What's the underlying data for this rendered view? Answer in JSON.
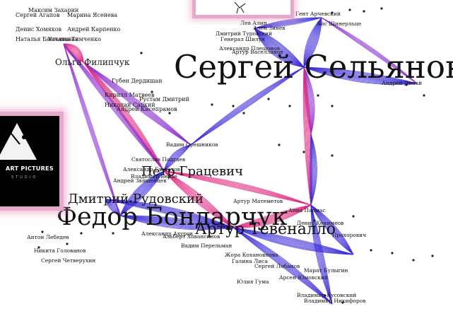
{
  "graph": {
    "colors": {
      "edge_blue": "#3a2bd8",
      "edge_pink": "#e0237f",
      "edge_violet": "#8a2bd0",
      "label": "#111111",
      "logo_frame": "#e6a9c9"
    },
    "hubs": {
      "selyanov": "Сергей Сельянов",
      "bondarchuk": "Федор Бондарчук",
      "gracevich": "Петр Грацевич",
      "rudovsky": "Дмитрий Рудовский",
      "filipchuk": "Ольга Филипчук",
      "tsekalo": "Артур Тевеналло"
    },
    "labels": [
      "Максим Захарин",
      "Сергей Агапов",
      "Марина Ясенева",
      "Денис Хомяков",
      "Андрей Карпенко",
      "Наталья Бамчановаа",
      "Ульяна Тимченко",
      "Губен Дердишан",
      "Кирилл Матвеев",
      "Рустам Дмитрий",
      "Николай Сацкий",
      "Андрей Кисепрамов",
      "Вадим Орешников",
      "Святослав Подгаев",
      "Александр Гловатов",
      "Владимир Берзе",
      "Андрей Звяшенцев",
      "Антон Лебедев",
      "Никита Голованов",
      "Сергей Четверухин",
      "Александр Ахуров",
      "Альберт Ховансинов",
      "Вадим Перельман",
      "Жора Кохановнова",
      "Галина Лиса",
      "Сергей Лобанов",
      "Юлия Гума",
      "Анна Пармас",
      "Артур Матеметов",
      "Денис Кенимеов",
      "Прохорович",
      "Марат Булыгин",
      "Арсен Юмовский",
      "Дмитрий Туровский",
      "Генерал Шилун",
      "Александр Плещонов",
      "Артур Васелланов",
      "Лев Алин",
      "Ален Зинев",
      "Гент Арчевский",
      "Айс Шинерльце",
      "Андрей Дикай",
      "Владимир Кусовский",
      "Владимир Никифоров"
    ],
    "logo_left": {
      "brand": "ART PICTURES",
      "sub": "STUDIO"
    }
  }
}
